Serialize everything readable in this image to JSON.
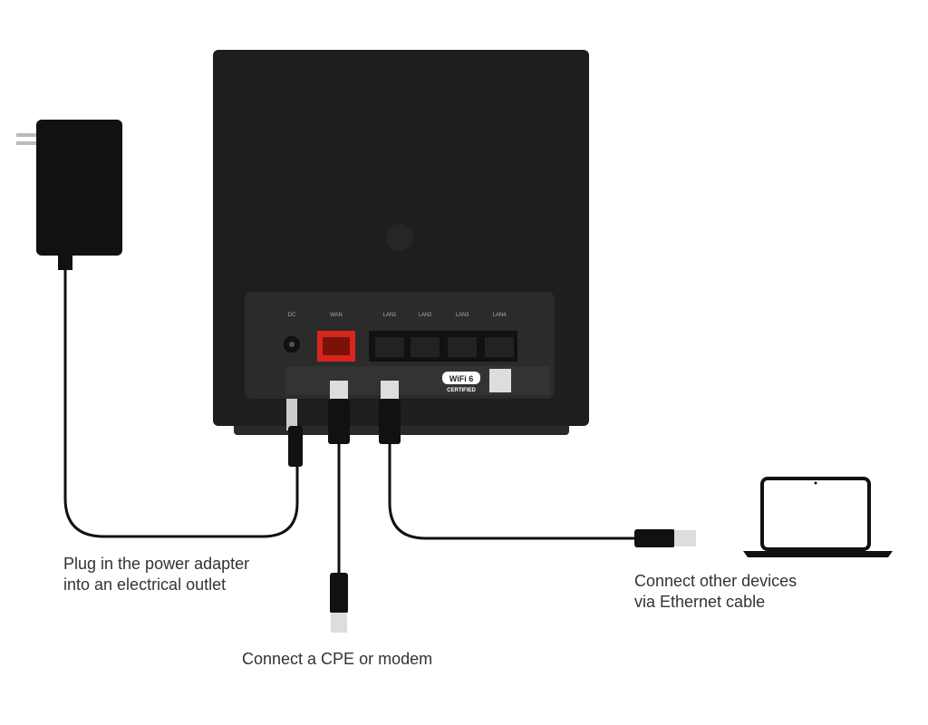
{
  "router": {
    "port_labels": [
      "DC",
      "WAN",
      "LAN1",
      "LAN2",
      "LAN3",
      "LAN4"
    ],
    "wifi_badge": {
      "brand": "WiFi 6",
      "certified": "CERTIFIED"
    },
    "wan_color": "#d9261c",
    "body_color": "#1e1e1e"
  },
  "captions": {
    "power": [
      "Plug in the power adapter",
      "into an electrical outlet"
    ],
    "devices": [
      "Connect other devices",
      "via Ethernet cable"
    ],
    "modem": "Connect a CPE or modem"
  }
}
